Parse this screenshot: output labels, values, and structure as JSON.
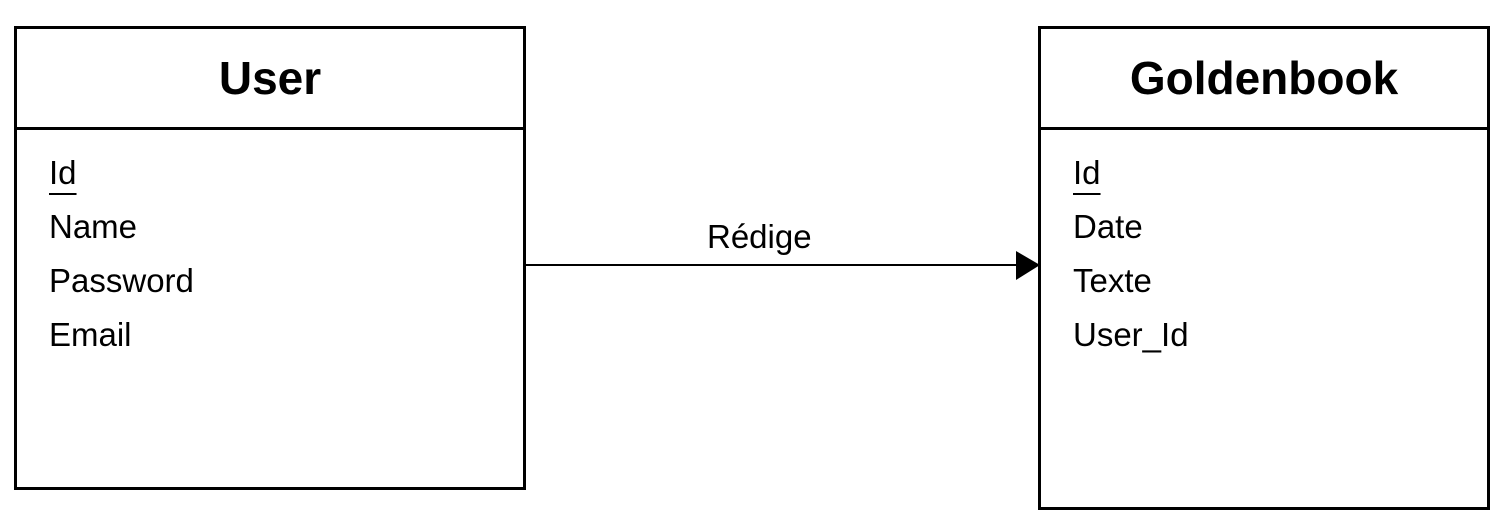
{
  "entities": {
    "user": {
      "title": "User",
      "attributes": [
        {
          "name": "Id",
          "primary_key": true
        },
        {
          "name": "Name",
          "primary_key": false
        },
        {
          "name": "Password",
          "primary_key": false
        },
        {
          "name": "Email",
          "primary_key": false
        }
      ]
    },
    "goldenbook": {
      "title": "Goldenbook",
      "attributes": [
        {
          "name": "Id",
          "primary_key": true
        },
        {
          "name": "Date",
          "primary_key": false
        },
        {
          "name": "Texte",
          "primary_key": false
        },
        {
          "name": "User_Id",
          "primary_key": false
        }
      ]
    }
  },
  "relation": {
    "label": "Rédige",
    "from": "User",
    "to": "Goldenbook"
  },
  "colors": {
    "stroke": "#000000",
    "background": "#ffffff"
  }
}
